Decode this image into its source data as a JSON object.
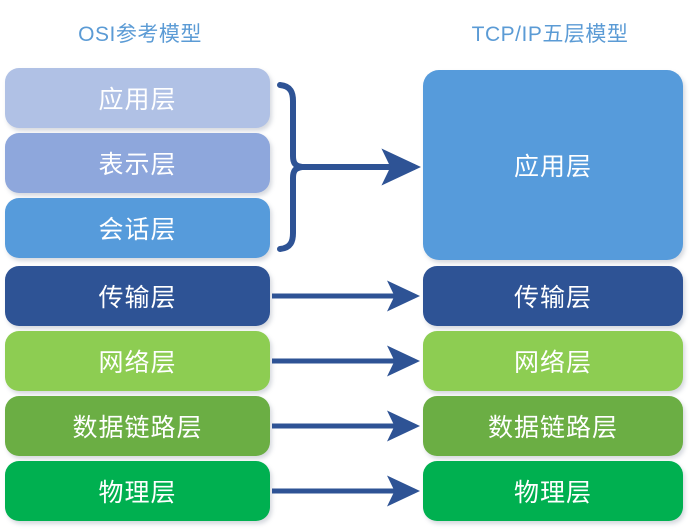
{
  "diagram": {
    "kind": "osi-vs-tcpip-layer-mapping",
    "background_color": "#FFFFFF",
    "title_color": "#5B9BD5",
    "arrow_color": "#2E5395",
    "brace_color": "#2E5395"
  },
  "columns": {
    "left": {
      "title": "OSI参考模型",
      "layers": [
        {
          "label": "应用层",
          "color": "#B0C1E5"
        },
        {
          "label": "表示层",
          "color": "#8EA7DC"
        },
        {
          "label": "会话层",
          "color": "#569BDB"
        },
        {
          "label": "传输层",
          "color": "#2E5395"
        },
        {
          "label": "网络层",
          "color": "#8DCD52"
        },
        {
          "label": "数据链路层",
          "color": "#6BAE44"
        },
        {
          "label": "物理层",
          "color": "#00B050"
        }
      ]
    },
    "right": {
      "title": "TCP/IP五层模型",
      "layers": [
        {
          "label": "应用层",
          "color": "#569BDB"
        },
        {
          "label": "传输层",
          "color": "#2E5395"
        },
        {
          "label": "网络层",
          "color": "#8DCD52"
        },
        {
          "label": "数据链路层",
          "color": "#6BAE44"
        },
        {
          "label": "物理层",
          "color": "#00B050"
        }
      ]
    }
  },
  "connectors": [
    {
      "name": "brace-app-pres-sess-to-application",
      "type": "brace-arrow",
      "from": [
        "应用层",
        "表示层",
        "会话层"
      ],
      "to": "应用层"
    },
    {
      "name": "arrow-transport",
      "type": "arrow",
      "from": "传输层",
      "to": "传输层"
    },
    {
      "name": "arrow-network",
      "type": "arrow",
      "from": "网络层",
      "to": "网络层"
    },
    {
      "name": "arrow-datalink",
      "type": "arrow",
      "from": "数据链路层",
      "to": "数据链路层"
    },
    {
      "name": "arrow-physical",
      "type": "arrow",
      "from": "物理层",
      "to": "物理层"
    }
  ]
}
